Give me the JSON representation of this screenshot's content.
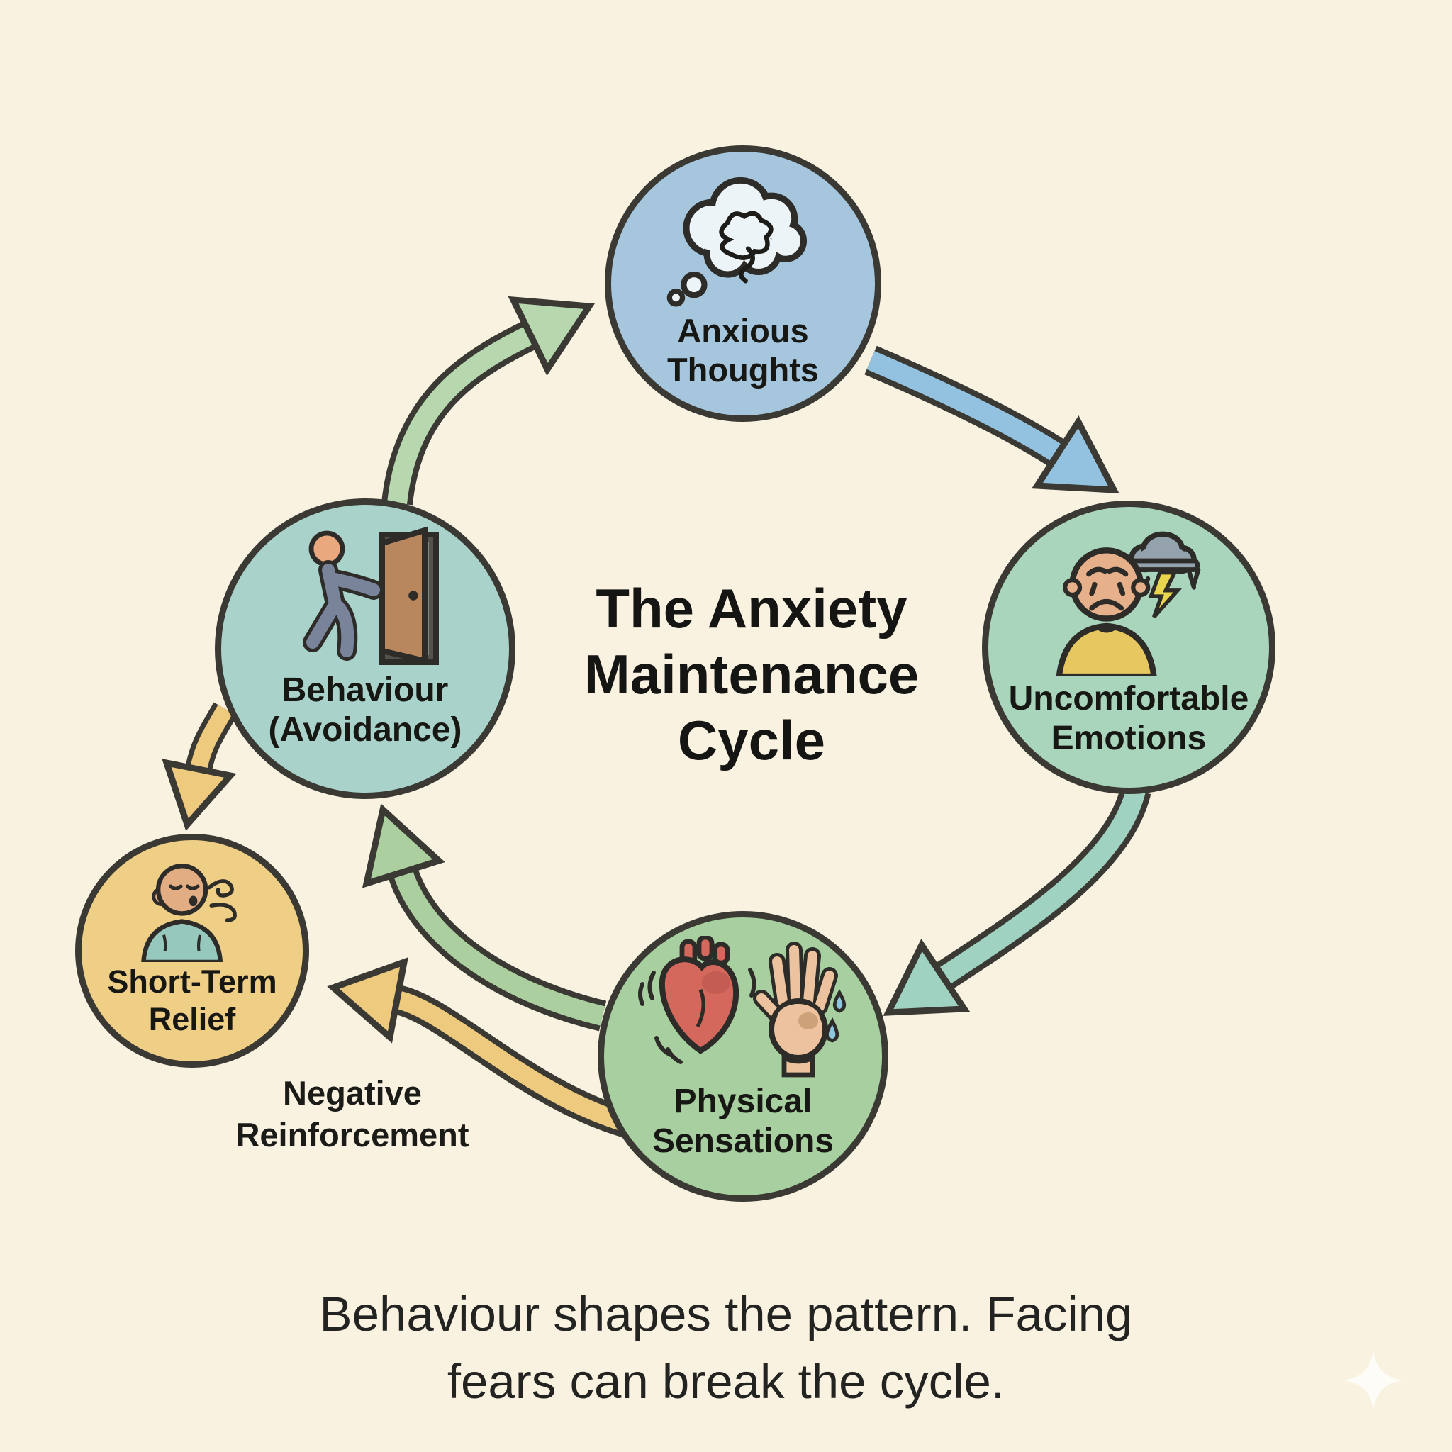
{
  "title": "The Anxiety\nMaintenance\nCycle",
  "caption": "Behaviour shapes the pattern. Facing\nfears can break the cycle.",
  "labels": {
    "negative_reinforcement": "Negative\nReinforcement"
  },
  "nodes": {
    "anxious_thoughts": {
      "label": "Anxious\nThoughts",
      "color": "#a6c6de",
      "icon": "thought-cloud-scribble"
    },
    "uncomfortable_emotions": {
      "label": "Uncomfortable\nEmotions",
      "color": "#a9d5bc",
      "icon": "worried-person-storm-cloud"
    },
    "physical_sensations": {
      "label": "Physical\nSensations",
      "color": "#a8cfa0",
      "icon": "beating-heart-sweaty-hand"
    },
    "behaviour_avoidance": {
      "label": "Behaviour\n(Avoidance)",
      "color": "#a9d3ca",
      "icon": "person-walking-out-door"
    },
    "short_term_relief": {
      "label": "Short-Term\nRelief",
      "color": "#efce86",
      "icon": "person-exhaling"
    }
  },
  "arrows": [
    {
      "from": "Behaviour (Avoidance)",
      "to": "Anxious Thoughts",
      "color": "#b7d7ae"
    },
    {
      "from": "Anxious Thoughts",
      "to": "Uncomfortable Emotions",
      "color": "#93c2e0"
    },
    {
      "from": "Uncomfortable Emotions",
      "to": "Physical Sensations",
      "color": "#9fd2c0"
    },
    {
      "from": "Physical Sensations",
      "to": "Behaviour (Avoidance)",
      "color": "#accf9f"
    },
    {
      "from": "Behaviour (Avoidance)",
      "to": "Short-Term Relief",
      "color": "#edca7e"
    },
    {
      "from": "Physical Sensations",
      "to": "Short-Term Relief",
      "color": "#edca7e",
      "label": "Negative Reinforcement"
    }
  ],
  "colors": {
    "background": "#f9f2e1",
    "outline": "#3a3933",
    "text": "#191918",
    "sparkle": "#fdfcf6"
  }
}
